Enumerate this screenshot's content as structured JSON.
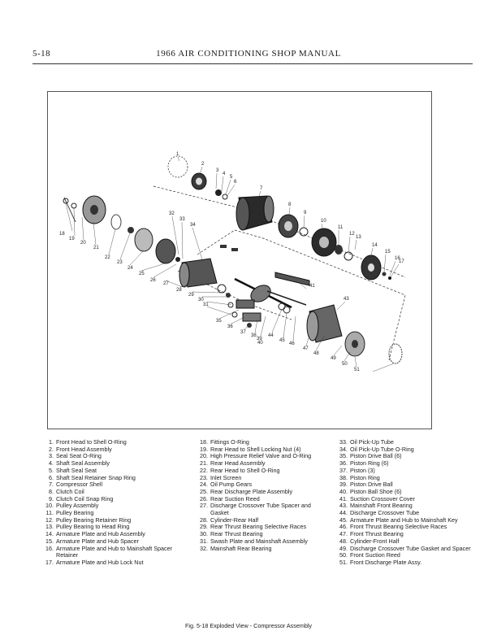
{
  "header": {
    "page_number": "5-18",
    "title": "1966 AIR CONDITIONING SHOP MANUAL"
  },
  "legend": {
    "col1": [
      {
        "num": "1.",
        "text": "Front Head to Shell O-Ring"
      },
      {
        "num": "2.",
        "text": "Front Head Assembly"
      },
      {
        "num": "3.",
        "text": "Seal Seat O-Ring"
      },
      {
        "num": "4.",
        "text": "Shaft Seal Assembly"
      },
      {
        "num": "5.",
        "text": "Shaft Seal Seat"
      },
      {
        "num": "6.",
        "text": "Shaft Seal Retainer Snap Ring"
      },
      {
        "num": "7.",
        "text": "Compressor Shell"
      },
      {
        "num": "8.",
        "text": "Clutch Coil"
      },
      {
        "num": "9.",
        "text": "Clutch Coil Snap Ring"
      },
      {
        "num": "10.",
        "text": "Pulley Assembly"
      },
      {
        "num": "11.",
        "text": "Pulley Bearing"
      },
      {
        "num": "12.",
        "text": "Pulley Bearing Retainer Ring"
      },
      {
        "num": "13.",
        "text": "Pulley Bearing to Head Ring"
      },
      {
        "num": "14.",
        "text": "Armature Plate and Hub Assembly"
      },
      {
        "num": "15.",
        "text": "Armature Plate and Hub Spacer"
      },
      {
        "num": "16.",
        "text": "Armature Plate and Hub to Mainshaft Spacer Retainer"
      },
      {
        "num": "17.",
        "text": "Armature Plate and Hub Lock Nut"
      }
    ],
    "col2": [
      {
        "num": "18.",
        "text": "Fittings O-Ring"
      },
      {
        "num": "19.",
        "text": "Rear Head to Shell Locking Nut (4)"
      },
      {
        "num": "20.",
        "text": "High Pressure Relief Valve and O-Ring"
      },
      {
        "num": "21.",
        "text": "Rear Head Assembly"
      },
      {
        "num": "22.",
        "text": "Rear Head to Shell O-Ring"
      },
      {
        "num": "23.",
        "text": "Inlet Screen"
      },
      {
        "num": "24.",
        "text": "Oil Pump Gears"
      },
      {
        "num": "25.",
        "text": "Rear Discharge Plate Assembly"
      },
      {
        "num": "26.",
        "text": "Rear Suction Reed"
      },
      {
        "num": "27.",
        "text": "Discharge Crossover Tube Spacer and Gasket"
      },
      {
        "num": "28.",
        "text": "Cylinder-Rear Half"
      },
      {
        "num": "29.",
        "text": "Rear Thrust Bearing Selective Races"
      },
      {
        "num": "30.",
        "text": "Rear Thrust Bearing"
      },
      {
        "num": "31.",
        "text": "Swash Plate and Mainshaft Assembly"
      },
      {
        "num": "32.",
        "text": "Mainshaft Rear Bearing"
      }
    ],
    "col3": [
      {
        "num": "33.",
        "text": "Oil Pick-Up Tube"
      },
      {
        "num": "34.",
        "text": "Oil Pick-Up Tube O-Ring"
      },
      {
        "num": "35.",
        "text": "Piston Drive Ball (6)"
      },
      {
        "num": "36.",
        "text": "Piston Ring (6)"
      },
      {
        "num": "37.",
        "text": "Piston (3)"
      },
      {
        "num": "38.",
        "text": "Piston Ring"
      },
      {
        "num": "39.",
        "text": "Piston Drive Ball"
      },
      {
        "num": "40.",
        "text": "Piston Ball Shoe (6)"
      },
      {
        "num": "41.",
        "text": "Suction Crossover Cover"
      },
      {
        "num": "43.",
        "text": "Mainshaft Front Bearing"
      },
      {
        "num": "44.",
        "text": "Discharge Crossover Tube"
      },
      {
        "num": "45.",
        "text": "Armature Plate and Hub to Mainshaft Key"
      },
      {
        "num": "46.",
        "text": "Front Thrust Bearing Selective Races"
      },
      {
        "num": "47.",
        "text": "Front Thrust Bearing"
      },
      {
        "num": "48.",
        "text": "Cylinder-Front Half"
      },
      {
        "num": "49.",
        "text": "Discharge Crossover Tube Gasket and Spacer"
      },
      {
        "num": "50.",
        "text": "Front Suction Reed"
      },
      {
        "num": "51.",
        "text": "Front Discharge Plate Assy."
      }
    ]
  },
  "callouts": [
    "1",
    "2",
    "3",
    "4",
    "5",
    "6",
    "7",
    "8",
    "9",
    "10",
    "11",
    "12",
    "13",
    "14",
    "15",
    "16",
    "17",
    "18",
    "19",
    "20",
    "21",
    "22",
    "23",
    "24",
    "25",
    "26",
    "27",
    "28",
    "29",
    "30",
    "31",
    "32",
    "33",
    "34",
    "35",
    "36",
    "37",
    "38",
    "39",
    "40",
    "41",
    "43",
    "44",
    "45",
    "46",
    "47",
    "48",
    "49",
    "50",
    "51"
  ],
  "caption": "Fig. 5-18 Exploded View - Compressor Assembly"
}
